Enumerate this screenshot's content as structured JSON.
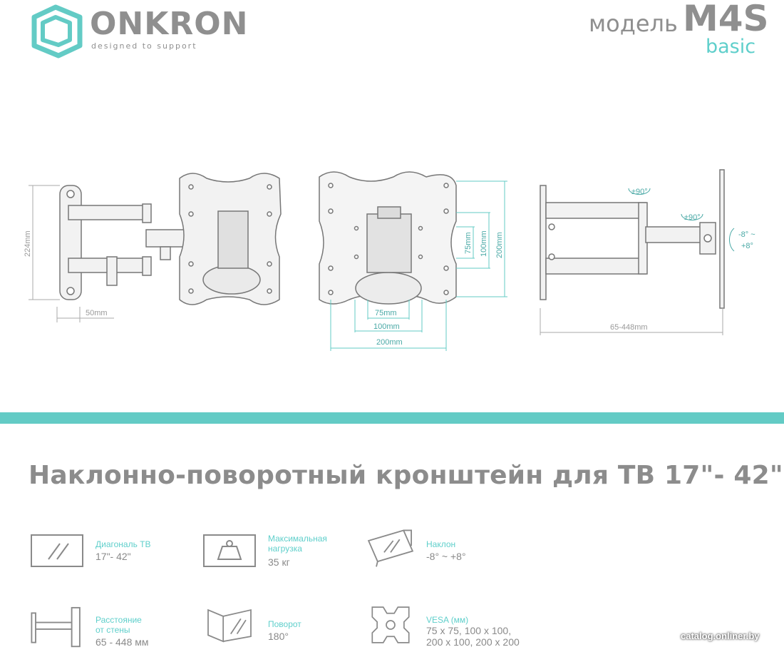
{
  "header": {
    "brand": "ONKRON",
    "tagline": "designed to support",
    "model_label": "модель",
    "model_code": "M4S",
    "model_variant": "basic"
  },
  "drawing_labels": {
    "side_height": "224mm",
    "side_depth": "50mm",
    "vesa_h1": "75mm",
    "vesa_h2": "100mm",
    "vesa_h3": "200mm",
    "vesa_v1": "75mm",
    "vesa_v2": "100mm",
    "vesa_v3": "200mm",
    "swivel_1": "±90°",
    "swivel_2": "±90°",
    "tilt_a": "-8° ~",
    "tilt_b": "+8°",
    "extension": "65-448mm"
  },
  "title": "Наклонно-поворотный кронштейн для ТВ 17\"- 42\"",
  "specs": [
    {
      "icon": "tv-diagonal-icon",
      "label": "Диагональ ТВ",
      "value": "17\"- 42\""
    },
    {
      "icon": "max-load-icon",
      "label": "Максимальная\nнагрузка",
      "value": "35 кг"
    },
    {
      "icon": "tilt-icon",
      "label": "Наклон",
      "value": "-8° ~ +8°"
    },
    {
      "icon": "wall-distance-icon",
      "label": "Расстояние\nот стены",
      "value": "65 - 448 мм"
    },
    {
      "icon": "swivel-icon",
      "label": "Поворот",
      "value": "180°"
    },
    {
      "icon": "vesa-icon",
      "label": "VESA (мм)",
      "value": "75 x 75, 100 x 100,\n200 x 100, 200 x 200"
    }
  ],
  "colors": {
    "accent": "#63cbc5",
    "text": "#8a8a8a"
  },
  "watermark": "catalog.onliner.by"
}
